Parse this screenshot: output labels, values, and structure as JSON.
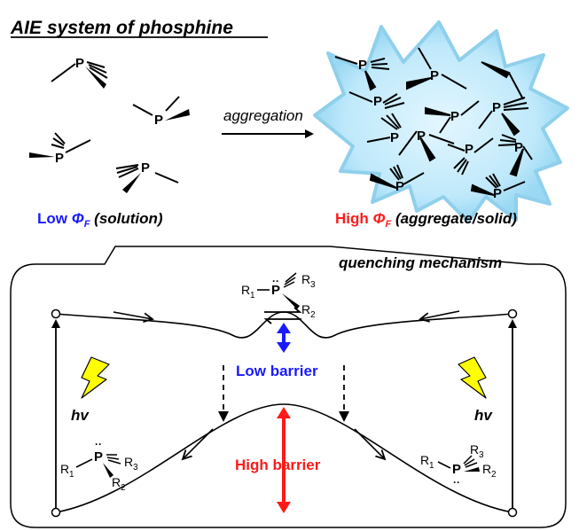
{
  "title": "AIE system of phosphine",
  "aggregation_label": "aggregation",
  "low": {
    "prefix": "Low ",
    "phi": "Φ",
    "sub": "F",
    "suffix": " (solution)"
  },
  "high": {
    "prefix": "High ",
    "phi": "Φ",
    "sub": "F",
    "suffix": " (aggregate/solid)"
  },
  "quenching_label": "quenching mechanism",
  "low_barrier": "Low barrier",
  "high_barrier": "High barrier",
  "hv": "hv",
  "atoms": {
    "P": "P",
    "R1": "R",
    "R2": "R",
    "R3": "R",
    "n1": "1",
    "n2": "2",
    "n3": "3",
    "lone_pair": "··"
  },
  "colors": {
    "blue": "#1a1aff",
    "red": "#ff1a1a",
    "glow": "#bfe9fb",
    "lightning": "#ffff00"
  }
}
